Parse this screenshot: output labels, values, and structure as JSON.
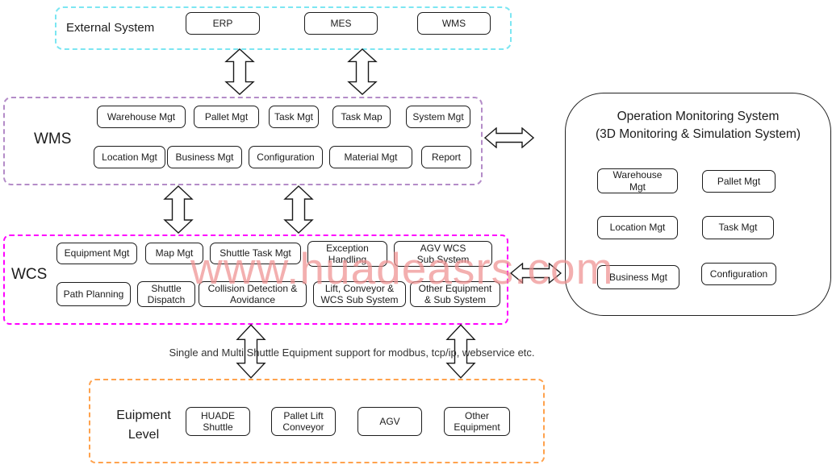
{
  "diagram": {
    "watermark": "www.huadeasrs.com",
    "note": "Single and Multi Shuttle Equipment support for modbus, tcp/ip, webservice etc.",
    "external": {
      "label": "External System",
      "items": [
        "ERP",
        "MES",
        "WMS"
      ]
    },
    "wms": {
      "label": "WMS",
      "row1": [
        "Warehouse Mgt",
        "Pallet Mgt",
        "Task Mgt",
        "Task Map",
        "System Mgt"
      ],
      "row2": [
        "Location Mgt",
        "Business Mgt",
        "Configuration",
        "Material Mgt",
        "Report"
      ]
    },
    "wcs": {
      "label": "WCS",
      "row1": [
        "Equipment Mgt",
        "Map Mgt",
        "Shuttle Task Mgt",
        "Exception\nHandling",
        "AGV WCS\nSub System"
      ],
      "row2": [
        "Path Planning",
        "Shuttle\nDispatch",
        "Collision Detection &\nAovidance",
        "Lift, Conveyor &\nWCS Sub System",
        "Other Equipment\n& Sub System"
      ]
    },
    "oms": {
      "title1": "Operation Monitoring System",
      "title2": "(3D Monitoring & Simulation System)",
      "items": [
        "Warehouse\nMgt",
        "Pallet Mgt",
        "Location Mgt",
        "Task Mgt",
        "Business Mgt",
        "Configuration"
      ]
    },
    "equipment": {
      "label": "Euipment\nLevel",
      "items": [
        "HUADE\nShuttle",
        "Pallet Lift\nConveyor",
        "AGV",
        "Other\nEquipment"
      ]
    },
    "colors": {
      "external_border": "#7ce6f2",
      "wms_border": "#b48cc8",
      "wcs_border": "#ff00ff",
      "equipment_border": "#ffa24d",
      "oms_border": "#222222",
      "watermark": "#ef9191"
    }
  }
}
